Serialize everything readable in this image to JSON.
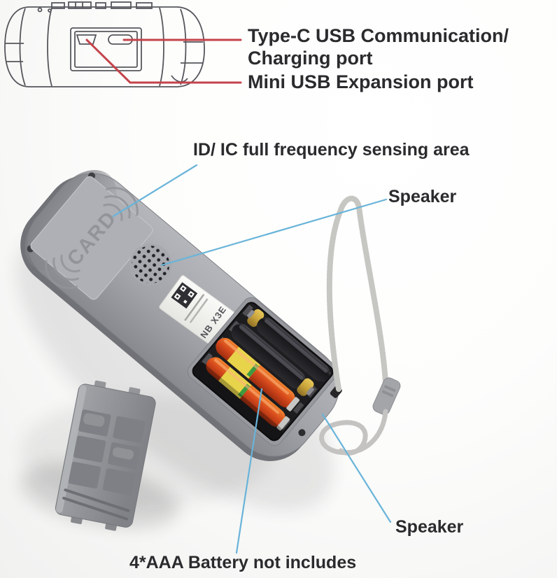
{
  "colors": {
    "red_line": "#c5434b",
    "blue_line": "#69b4d9",
    "label_text": "#2b2b2e",
    "device_gray": "#a4a6ab",
    "cover_gray": "#8f9195",
    "battery_black": "#1c1c1e",
    "battery_orange": "#d6491c",
    "gold_cap": "#c9a43a",
    "sticker_white": "#f4f4f1"
  },
  "top_diagram": {
    "labels": {
      "typec": "Type-C USB Communication/\nCharging port",
      "mini_usb": "Mini USB Expansion port"
    }
  },
  "photo": {
    "labels": {
      "sensing_area": "ID/ IC full frequency sensing area",
      "speaker_top": "Speaker",
      "speaker_bottom": "Speaker",
      "battery_note": "4*AAA Battery not includes"
    },
    "device": {
      "emboss_text": "CARD",
      "sticker_text": "NB X3E"
    }
  }
}
